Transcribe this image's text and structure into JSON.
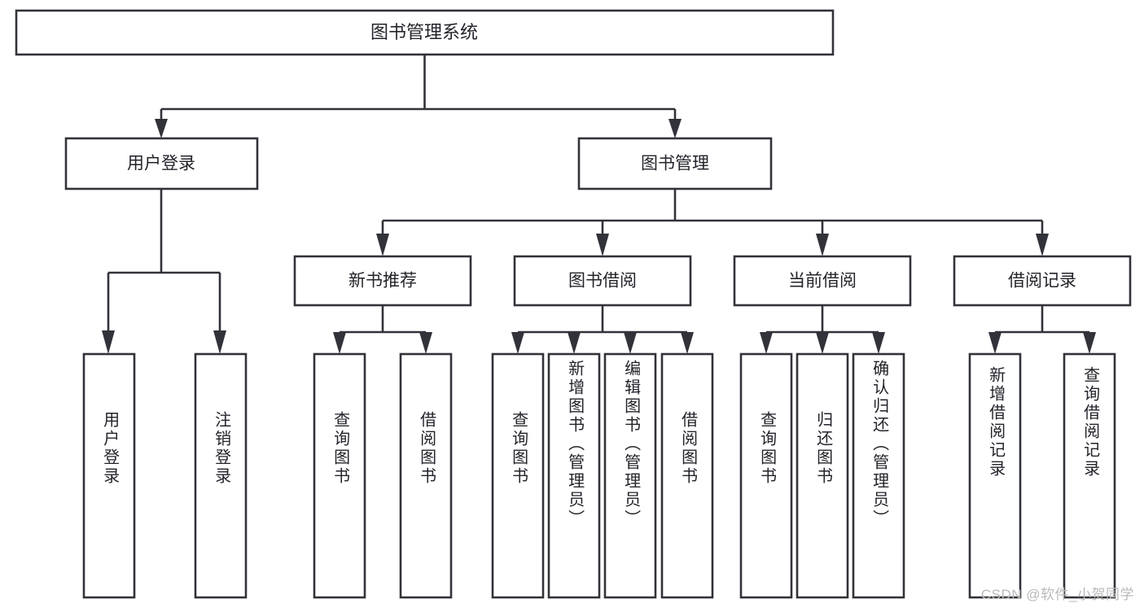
{
  "diagram": {
    "title": "图书管理系统",
    "watermark": "CSDN @软件_小贺同学",
    "colors": {
      "stroke": "#32323a",
      "box_fill": "#ffffff",
      "text": "#23232b",
      "watermark": "#b9b9b9",
      "background": "#ffffff"
    },
    "levels": {
      "root_label": "图书管理系统",
      "level2": [
        "用户登录",
        "图书管理"
      ],
      "level3": [
        "新书推荐",
        "图书借阅",
        "当前借阅",
        "借阅记录"
      ]
    },
    "nodes": {
      "root": {
        "label": "图书管理系统"
      },
      "user_login": {
        "label": "用户登录"
      },
      "book_manage": {
        "label": "图书管理"
      },
      "new_book_rec": {
        "label": "新书推荐"
      },
      "book_borrow": {
        "label": "图书借阅"
      },
      "current_borrow": {
        "label": "当前借阅"
      },
      "borrow_record": {
        "label": "借阅记录"
      }
    },
    "leaves": {
      "user_login": [
        {
          "label": "用户登录"
        },
        {
          "label": "注销登录"
        }
      ],
      "new_book_rec": [
        {
          "label": "查询图书"
        },
        {
          "label": "借阅图书"
        }
      ],
      "book_borrow": [
        {
          "label": "查询图书"
        },
        {
          "label": "新增图书（管理员）"
        },
        {
          "label": "编辑图书（管理员）"
        },
        {
          "label": "借阅图书"
        }
      ],
      "current_borrow": [
        {
          "label": "查询图书"
        },
        {
          "label": "归还图书"
        },
        {
          "label": "确认归还（管理员）"
        }
      ],
      "borrow_record": [
        {
          "label": "新增借阅记录"
        },
        {
          "label": "查询借阅记录"
        }
      ]
    }
  }
}
